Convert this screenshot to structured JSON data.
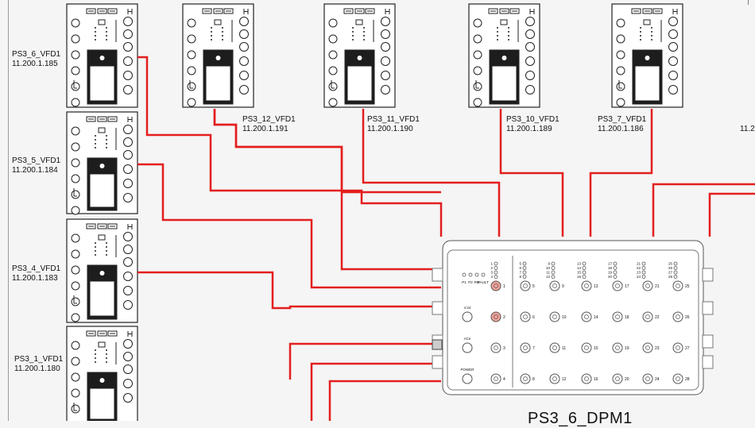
{
  "vfds": [
    {
      "name": "PS3_6_VFD1",
      "ip": "11.200.1.185"
    },
    {
      "name": "PS3_12_VFD1",
      "ip": "11.200.1.191"
    },
    {
      "name": "PS3_11_VFD1",
      "ip": "11.200.1.190"
    },
    {
      "name": "PS3_10_VFD1",
      "ip": "11.200.1.189"
    },
    {
      "name": "PS3_7_VFD1",
      "ip": "11.200.1.186"
    },
    {
      "name": "PS3_5_VFD1",
      "ip": "11.200.1.184"
    },
    {
      "name": "PS3_4_VFD1",
      "ip": "11.200.1.183"
    },
    {
      "name": "PS3_1_VFD1",
      "ip": "11.200.1.180"
    }
  ],
  "partial_label": "11.2",
  "dpm": {
    "title": "PS3_6_DPM1",
    "status_labels": [
      "P1",
      "P2",
      "RM",
      "FAULT"
    ],
    "left_port_labels": [
      "",
      "V.24",
      "ACe",
      "POWER"
    ],
    "left_port_numbers": [
      "1",
      "2",
      "3",
      "4"
    ],
    "port_columns": [
      [
        "5",
        "6",
        "7",
        "8"
      ],
      [
        "9",
        "10",
        "11",
        "12"
      ],
      [
        "13",
        "14",
        "15",
        "16"
      ],
      [
        "17",
        "18",
        "19",
        "20"
      ],
      [
        "21",
        "22",
        "23",
        "24"
      ],
      [
        "25",
        "26",
        "27",
        "28"
      ]
    ],
    "led_columns": [
      [
        "1",
        "2",
        "3",
        "4"
      ],
      [
        "5",
        "6",
        "7",
        "8"
      ],
      [
        "9",
        "10",
        "11",
        "12"
      ],
      [
        "13",
        "14",
        "15",
        "16"
      ],
      [
        "17",
        "18",
        "19",
        "20"
      ],
      [
        "21",
        "22",
        "23",
        "24"
      ],
      [
        "25",
        "26",
        "27",
        "28"
      ]
    ]
  },
  "colors": {
    "cable": "#e41e1e",
    "line": "#222222",
    "bg": "#f5f5f5",
    "accent_port": "#f2a39b"
  }
}
